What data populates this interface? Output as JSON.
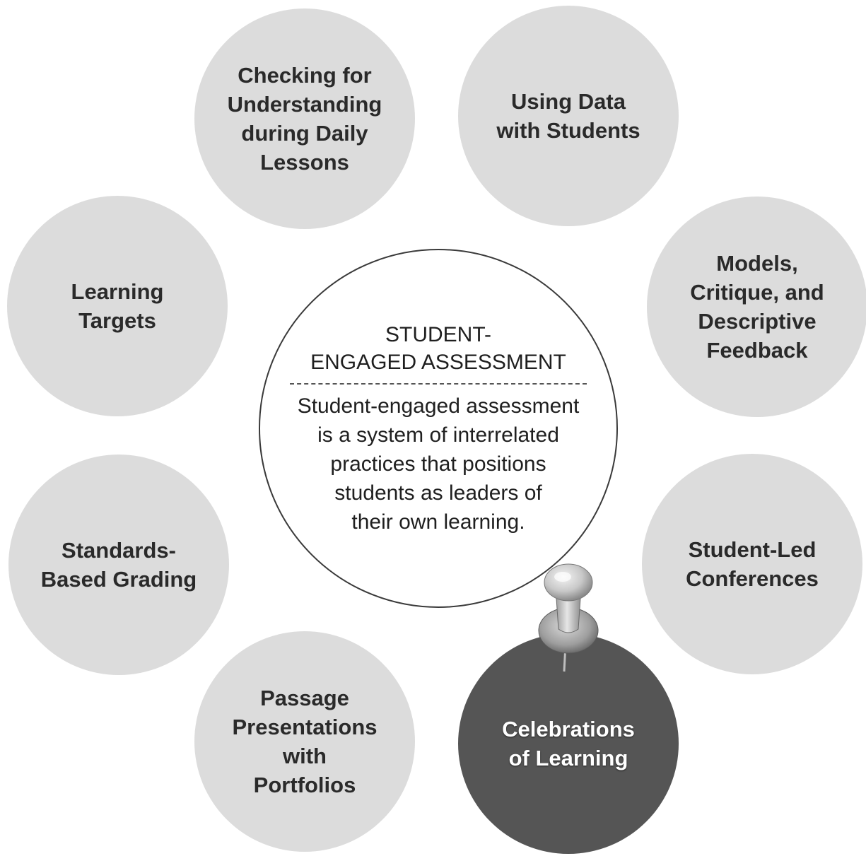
{
  "center": {
    "title": "STUDENT-\nENGAGED ASSESSMENT",
    "description": "Student-engaged assessment\nis a system of interrelated\npractices that positions\nstudents as leaders of\ntheir own learning."
  },
  "practices": {
    "checking": "Checking for\nUnderstanding\nduring Daily\nLessons",
    "using_data": "Using Data\nwith Students",
    "learning_targets": "Learning\nTargets",
    "models": "Models,\nCritique, and\nDescriptive\nFeedback",
    "standards": "Standards-\nBased Grading",
    "student_led": "Student-Led\nConferences",
    "passage": "Passage\nPresentations\nwith\nPortfolios",
    "celebrations": "Celebrations\nof Learning"
  },
  "colors": {
    "outer_circle": "#dcdcdc",
    "highlighted_circle": "#555555",
    "center_border": "#3a3a3a"
  },
  "icons": {
    "pin": "push-pin-icon"
  }
}
